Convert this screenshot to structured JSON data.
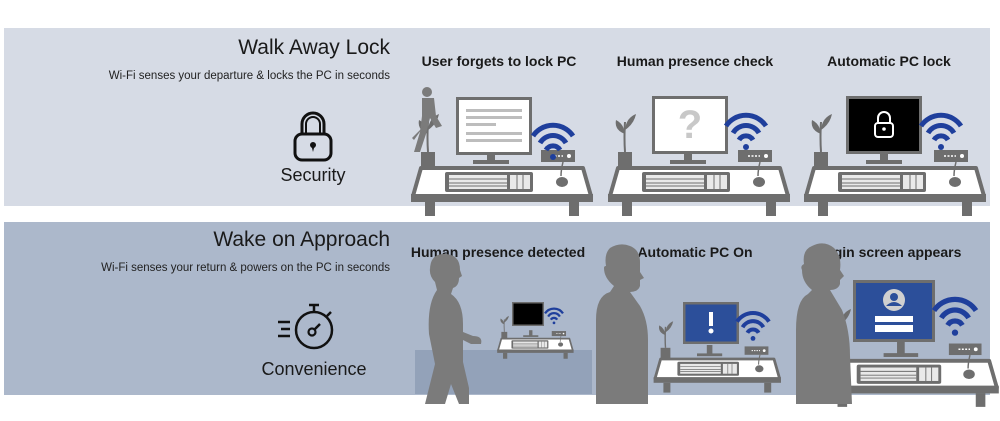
{
  "sections": [
    {
      "id": "walk-away-lock",
      "title": "Walk Away Lock",
      "subtitle": "Wi-Fi senses your departure & locks the PC in seconds",
      "feature_icon": "padlock-icon",
      "feature_label": "Security",
      "steps": [
        {
          "label": "User forgets to lock PC",
          "screen": "document-lines",
          "figure": "person-walking-away"
        },
        {
          "label": "Human presence check",
          "screen": "question-mark"
        },
        {
          "label": "Automatic PC lock",
          "screen": "lock-on-black"
        }
      ]
    },
    {
      "id": "wake-on-approach",
      "title": "Wake on Approach",
      "subtitle": "Wi-Fi senses your return & powers on the PC in seconds",
      "feature_icon": "stopwatch-icon",
      "feature_label": "Convenience",
      "steps": [
        {
          "label": "Human presence detected",
          "screen": "black-off",
          "figure": "person-walking-toward"
        },
        {
          "label": "Automatic PC On",
          "screen": "exclamation-on-blue",
          "figure": "person-standing"
        },
        {
          "label": "Login screen appears",
          "screen": "login-avatar-on-blue",
          "figure": "person-at-desk"
        }
      ]
    }
  ],
  "colors": {
    "top_panel": "#d6dbe5",
    "bottom_panel": "#acb8cb",
    "wifi_blue": "#1f3f9c",
    "screen_blue": "#2c4f9a",
    "silhouette_gray": "#7b7b7b",
    "desk_gray": "#6e6e6e"
  }
}
